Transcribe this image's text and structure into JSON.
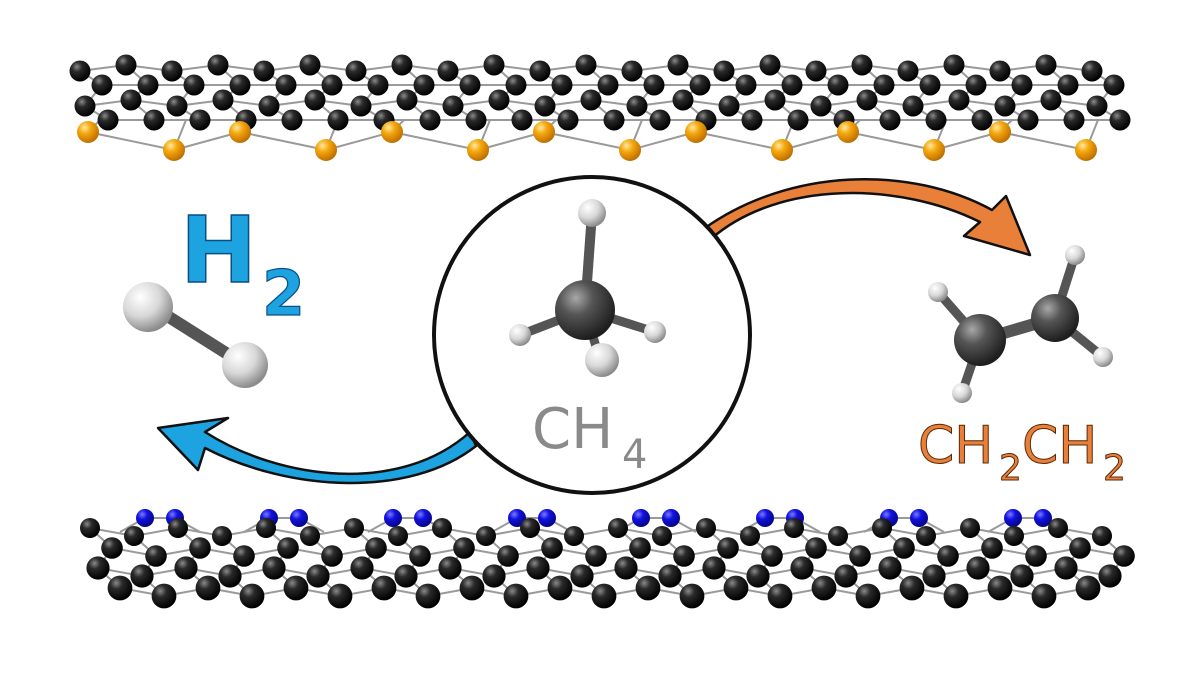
{
  "labels": {
    "h2_main": "H",
    "h2_sub": "2",
    "ch4_main": "CH",
    "ch4_sub": "4",
    "ethylene_part1": "CH",
    "ethylene_sub1": "2",
    "ethylene_part2": "CH",
    "ethylene_sub2": "2"
  },
  "colors": {
    "h2": "#1ca3e0",
    "ch4": "#8a8a8a",
    "ethylene": "#e8803a",
    "carbon": "#1b1b1b",
    "sulfur": "#f2a20c",
    "nitrogen": "#1010d8",
    "hydrogen": "#e6e6e6",
    "circle_stroke": "#111111"
  },
  "icons": {
    "left_arrow": "curved-arrow-icon",
    "right_arrow": "curved-arrow-icon"
  }
}
